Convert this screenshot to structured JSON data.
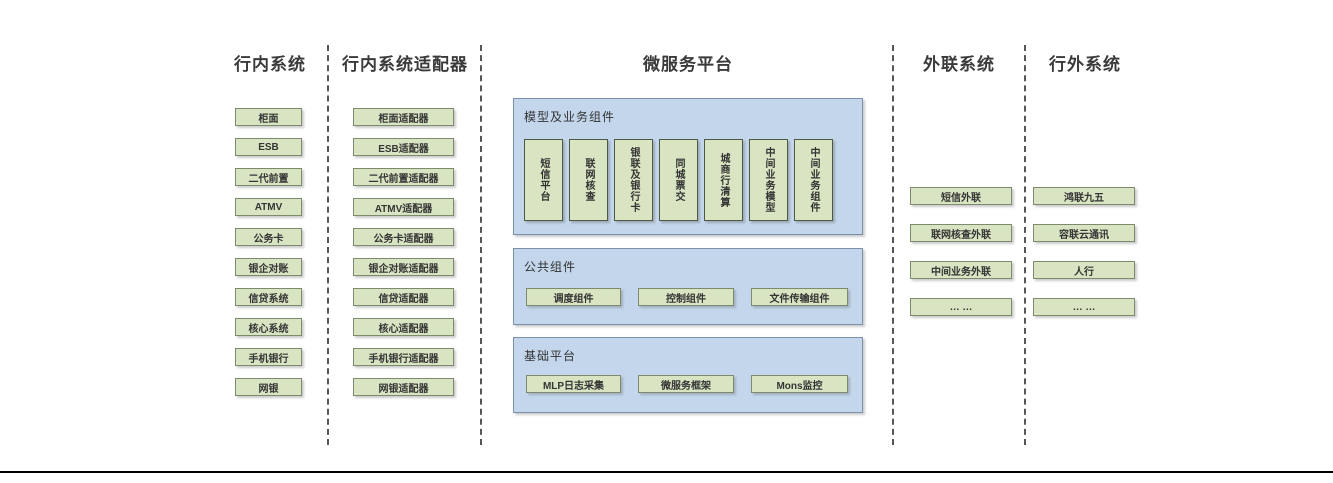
{
  "diagram": {
    "columns": {
      "internal": {
        "header": "行内系统",
        "items": [
          "柜面",
          "ESB",
          "二代前置",
          "ATMV",
          "公务卡",
          "银企对账",
          "信贷系统",
          "核心系统",
          "手机银行",
          "网银"
        ]
      },
      "adapters": {
        "header": "行内系统适配器",
        "items": [
          "柜面适配器",
          "ESB适配器",
          "二代前置适配器",
          "ATMV适配器",
          "公务卡适配器",
          "银企对账适配器",
          "信贷适配器",
          "核心适配器",
          "手机银行适配器",
          "网银适配器"
        ]
      },
      "platform": {
        "header": "微服务平台",
        "groups": [
          {
            "title": "模型及业务组件",
            "orientation": "vertical",
            "items": [
              "短信平台",
              "联网核查",
              "银联及银行卡",
              "同城票交",
              "城商行清算",
              "中间业务模型",
              "中间业务组件"
            ]
          },
          {
            "title": "公共组件",
            "orientation": "horizontal",
            "items": [
              "调度组件",
              "控制组件",
              "文件传输组件"
            ]
          },
          {
            "title": "基础平台",
            "orientation": "horizontal",
            "items": [
              "MLP日志采集",
              "微服务框架",
              "Mons监控"
            ]
          }
        ]
      },
      "outreach": {
        "header": "外联系统",
        "items": [
          "短信外联",
          "联网核查外联",
          "中间业务外联",
          "… …"
        ]
      },
      "external": {
        "header": "行外系统",
        "items": [
          "鸿联九五",
          "容联云通讯",
          "人行",
          "… …"
        ]
      }
    },
    "colors": {
      "panel_blue": "#c3d6ec",
      "box_green": "#d8e4c2",
      "separator_gray": "#565656",
      "text_dark": "#3a3a3a",
      "bottom_rule_black": "#000000"
    }
  }
}
